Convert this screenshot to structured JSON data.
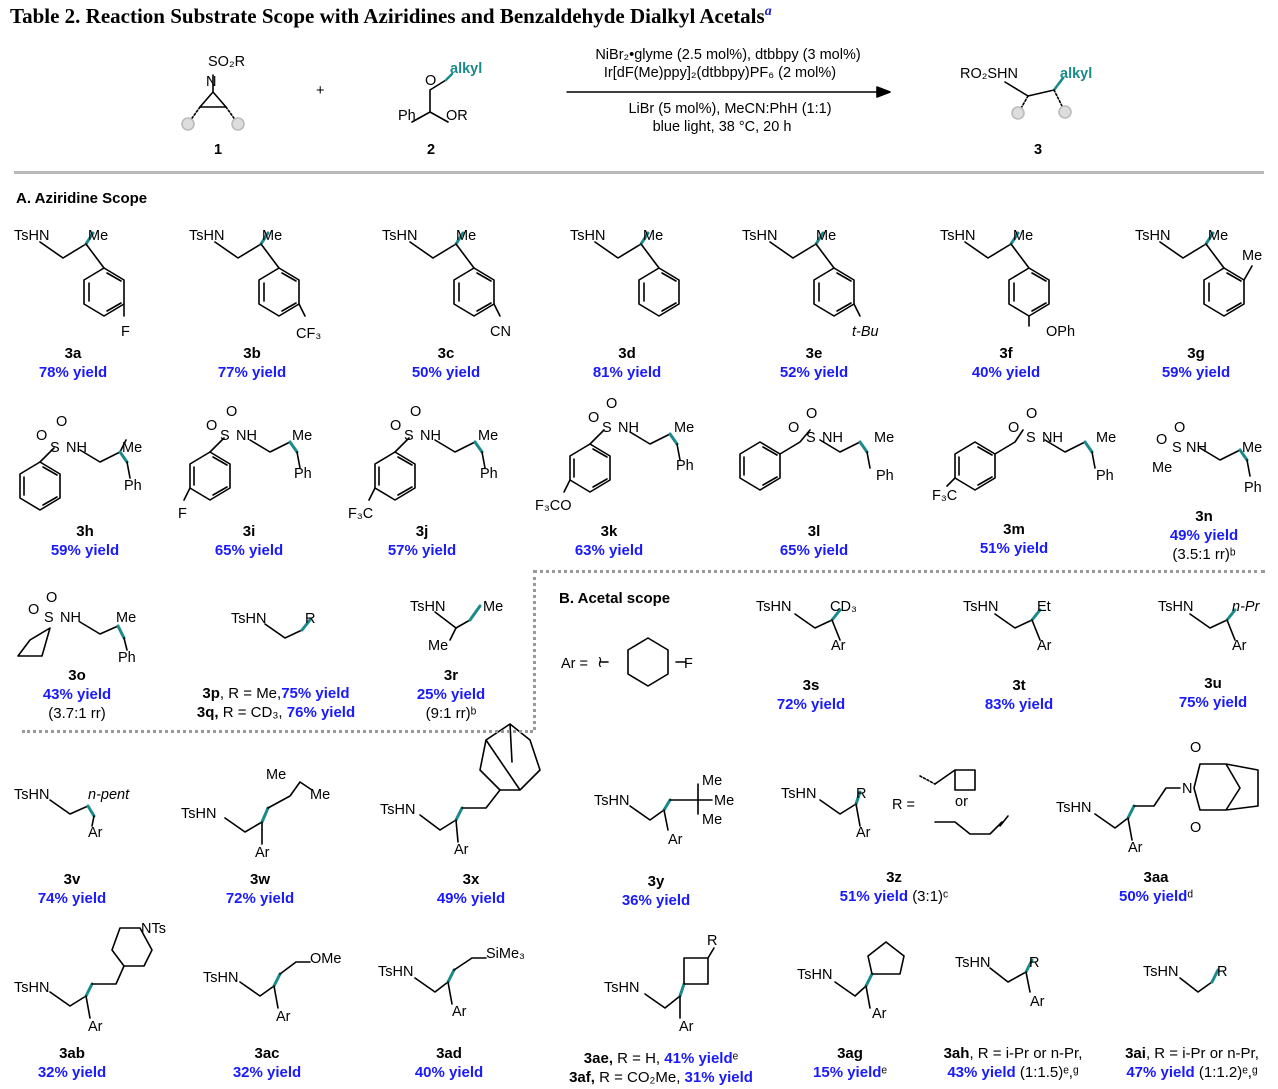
{
  "title": "Table 2. Reaction Substrate Scope with Aziridines and Benzaldehyde Dialkyl Acetals",
  "title_note": "a",
  "scheme": {
    "reagent1_label": "1",
    "reagent2_label": "2",
    "product_label": "3",
    "plus": "+",
    "cond_line1": "NiBr₂•glyme (2.5 mol%), dtbbpy (3 mol%)",
    "cond_line2": "Ir[dF(Me)ppy]₂(dtbbpy)PF₆ (2 mol%)",
    "cond_line3": "LiBr (5 mol%), MeCN:PhH (1:1)",
    "cond_line4": "blue light, 38 °C, 20 h",
    "atoms": {
      "so2r": "SO₂R",
      "n": "N",
      "o": "O",
      "alkyl": "alkyl",
      "ph": "Ph",
      "or": "OR",
      "ro2shn": "RO₂SHN"
    }
  },
  "section_a": "A. Aziridine Scope",
  "section_b": "B. Acetal scope",
  "ar_def": {
    "ar": "Ar =",
    "f": "F"
  },
  "compounds": [
    {
      "id": "3a",
      "yield": "78% yield"
    },
    {
      "id": "3b",
      "yield": "77% yield"
    },
    {
      "id": "3c",
      "yield": "50% yield"
    },
    {
      "id": "3d",
      "yield": "81% yield"
    },
    {
      "id": "3e",
      "yield": "52% yield"
    },
    {
      "id": "3f",
      "yield": "40% yield"
    },
    {
      "id": "3g",
      "yield": "59% yield"
    },
    {
      "id": "3h",
      "yield": "59% yield"
    },
    {
      "id": "3i",
      "yield": "65% yield"
    },
    {
      "id": "3j",
      "yield": "57% yield"
    },
    {
      "id": "3k",
      "yield": "63% yield"
    },
    {
      "id": "3l",
      "yield": "65% yield"
    },
    {
      "id": "3m",
      "yield": "51% yield"
    },
    {
      "id": "3n",
      "yield": "49% yield",
      "note": "(3.5:1 rr)ᵇ"
    },
    {
      "id": "3o",
      "yield": "43% yield",
      "note": "(3.7:1 rr)"
    },
    {
      "id": "3p",
      "pre": ", R = Me,",
      "yield": "75% yield"
    },
    {
      "id": "3q,",
      "pre": " R = CD₃, ",
      "yield": "76% yield"
    },
    {
      "id": "3r",
      "yield": "25% yield",
      "note": "(9:1 rr)ᵇ"
    },
    {
      "id": "3s",
      "yield": "72% yield"
    },
    {
      "id": "3t",
      "yield": "83% yield"
    },
    {
      "id": "3u",
      "yield": "75% yield"
    },
    {
      "id": "3v",
      "yield": "74% yield"
    },
    {
      "id": "3w",
      "yield": "72% yield"
    },
    {
      "id": "3x",
      "yield": "49% yield"
    },
    {
      "id": "3y",
      "yield": "36% yield"
    },
    {
      "id": "3z",
      "yield": "51% yield",
      "note": " (3:1)ᶜ"
    },
    {
      "id": "3aa",
      "yield": "50% yield",
      "note": "ᵈ"
    },
    {
      "id": "3ab",
      "yield": "32% yield"
    },
    {
      "id": "3ac",
      "yield": "32% yield"
    },
    {
      "id": "3ad",
      "yield": "40% yield"
    },
    {
      "id": "3ae,",
      "pre": " R = H, ",
      "yield": "41% yield",
      "note": "ᵉ"
    },
    {
      "id": "3af,",
      "pre": " R = CO₂Me, ",
      "yield": "31% yield"
    },
    {
      "id": "3ag",
      "yield": "15% yield",
      "note": "ᵉ"
    },
    {
      "id": "3ah",
      "pre": ", R = i-Pr or n-Pr,",
      "yield": "43% yield",
      "note": " (1:1.5)ᵉ,ᵍ"
    },
    {
      "id": "3ai",
      "pre": ", R = i-Pr or n-Pr,",
      "yield": "47% yield",
      "note": " (1:1.2)ᵉ,ᵍ"
    }
  ],
  "labels": {
    "tshn": "TsHN",
    "me": "Me",
    "ph": "Ph",
    "f": "F",
    "cf3": "CF₃",
    "cn": "CN",
    "tbu": "t-Bu",
    "oph": "OPh",
    "nh": "NH",
    "s": "S",
    "o": "O",
    "f3c": "F₃C",
    "f3co": "F₃CO",
    "r": "R",
    "ar": "Ar",
    "cd3": "CD₃",
    "et": "Et",
    "npr": "n-Pr",
    "npent": "n-pent",
    "r_eq": "R =",
    "or": "or",
    "n": "N",
    "nts": "NTs",
    "ome": "OMe",
    "sime3": "SiMe₃"
  }
}
